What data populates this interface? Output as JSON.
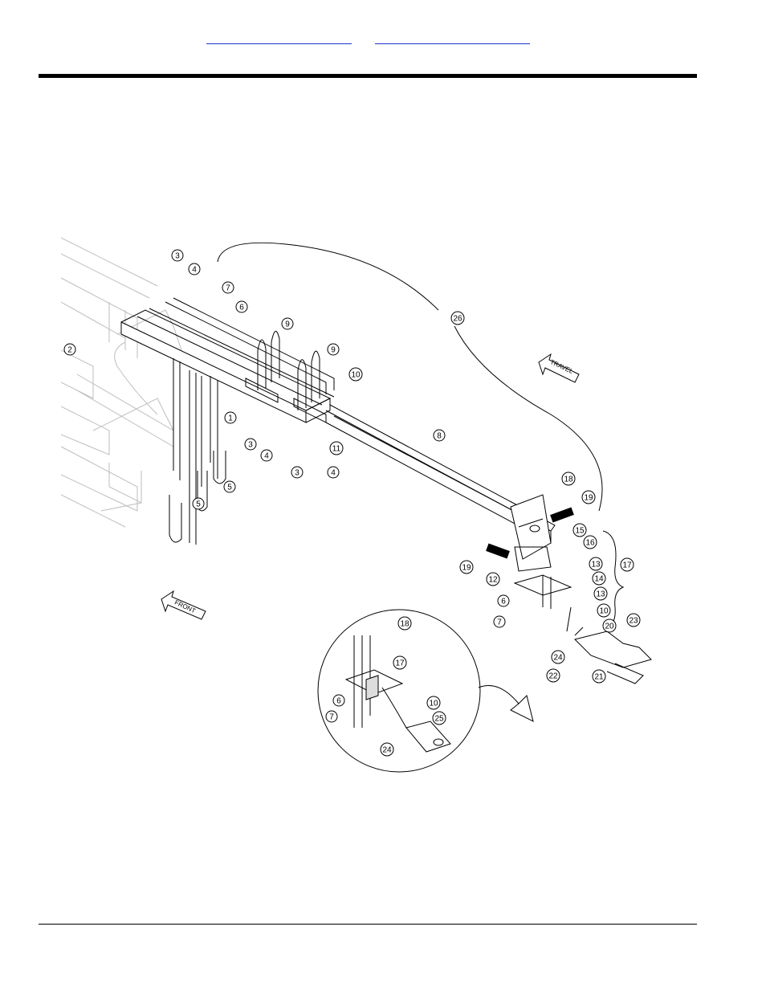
{
  "header": {
    "link_left": "",
    "link_right": ""
  },
  "drawing": {
    "callouts": [
      {
        "id": "c3a",
        "label": "3"
      },
      {
        "id": "c4a",
        "label": "4"
      },
      {
        "id": "c7a",
        "label": "7"
      },
      {
        "id": "c6a",
        "label": "6"
      },
      {
        "id": "c9a",
        "label": "9"
      },
      {
        "id": "c26",
        "label": "26"
      },
      {
        "id": "c9b",
        "label": "9"
      },
      {
        "id": "c2",
        "label": "2"
      },
      {
        "id": "c10a",
        "label": "10"
      },
      {
        "id": "c1",
        "label": "1"
      },
      {
        "id": "c3b",
        "label": "3"
      },
      {
        "id": "c4b",
        "label": "4"
      },
      {
        "id": "c11",
        "label": "11"
      },
      {
        "id": "c8",
        "label": "8"
      },
      {
        "id": "c3c",
        "label": "3"
      },
      {
        "id": "c4c",
        "label": "4"
      },
      {
        "id": "c5a",
        "label": "5"
      },
      {
        "id": "c5b",
        "label": "5"
      },
      {
        "id": "c18a",
        "label": "18"
      },
      {
        "id": "c19a",
        "label": "19"
      },
      {
        "id": "c15",
        "label": "15"
      },
      {
        "id": "c16",
        "label": "16"
      },
      {
        "id": "c17a",
        "label": "17"
      },
      {
        "id": "c19b",
        "label": "19"
      },
      {
        "id": "c12",
        "label": "12"
      },
      {
        "id": "c13a",
        "label": "13"
      },
      {
        "id": "c14",
        "label": "14"
      },
      {
        "id": "c13b",
        "label": "13"
      },
      {
        "id": "c6b",
        "label": "6"
      },
      {
        "id": "c7b",
        "label": "7"
      },
      {
        "id": "c10b",
        "label": "10"
      },
      {
        "id": "c20",
        "label": "20"
      },
      {
        "id": "c23",
        "label": "23"
      },
      {
        "id": "c24a",
        "label": "24"
      },
      {
        "id": "c22",
        "label": "22"
      },
      {
        "id": "c21",
        "label": "21"
      },
      {
        "id": "c18b",
        "label": "18"
      },
      {
        "id": "c17b",
        "label": "17"
      },
      {
        "id": "c6c",
        "label": "6"
      },
      {
        "id": "c7c",
        "label": "7"
      },
      {
        "id": "c10c",
        "label": "10"
      },
      {
        "id": "c25",
        "label": "25"
      },
      {
        "id": "c24b",
        "label": "24"
      }
    ],
    "arrow_travel": "TRAVEL",
    "arrow_front": "FRONT"
  }
}
